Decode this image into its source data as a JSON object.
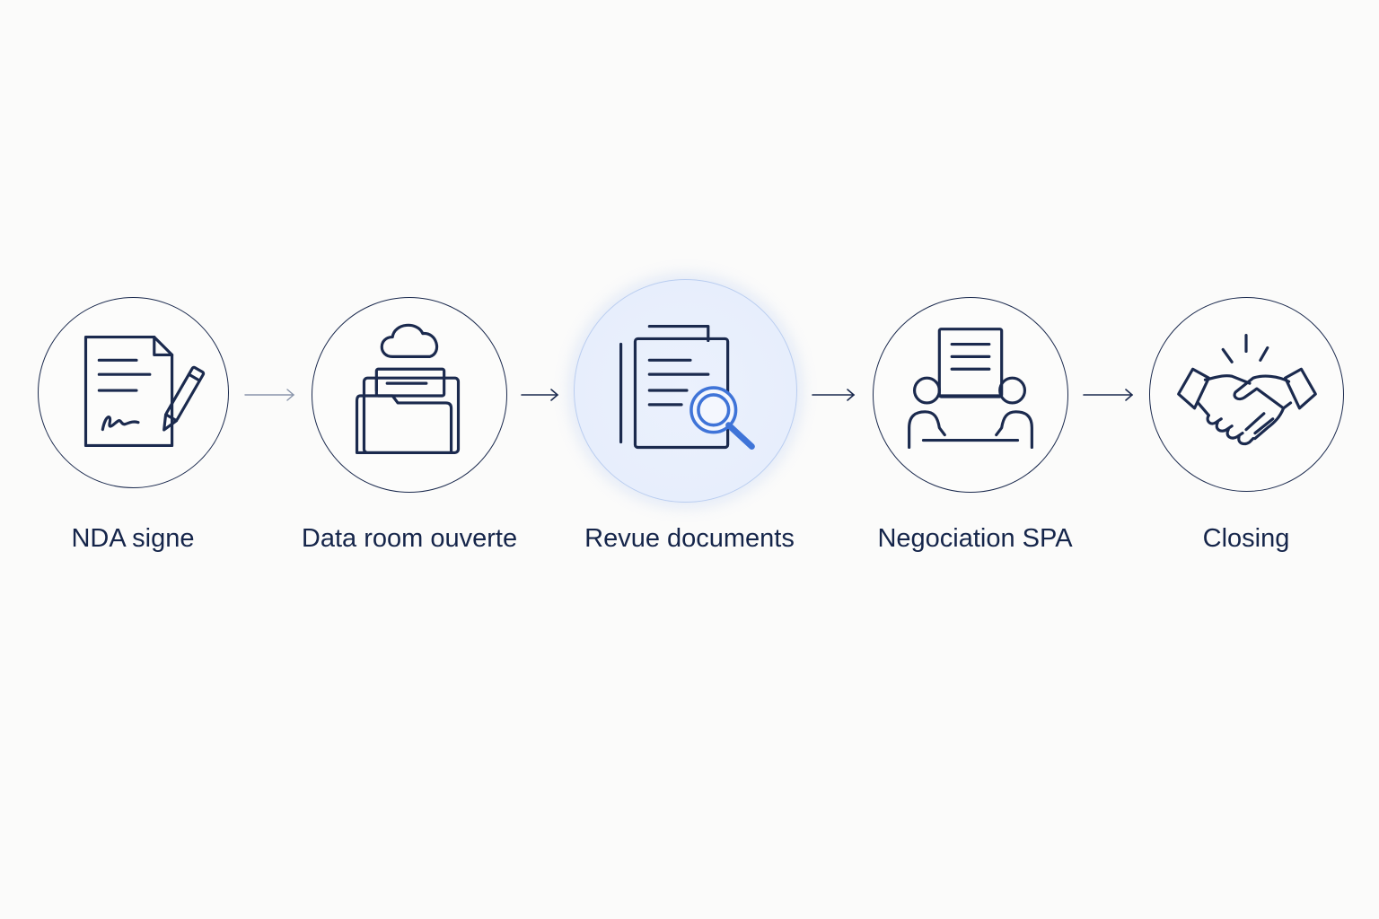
{
  "colors": {
    "ink": "#1b2a4e",
    "accent": "#3f74d8",
    "active_fill": "#e7eefc",
    "background": "#fbfbfa"
  },
  "steps": [
    {
      "label": "NDA signe",
      "icon": "signed-document-icon",
      "active": false
    },
    {
      "label": "Data room ouverte",
      "icon": "cloud-folder-icon",
      "active": false
    },
    {
      "label": "Revue documents",
      "icon": "document-search-icon",
      "active": true
    },
    {
      "label": "Negociation SPA",
      "icon": "negotiation-meeting-icon",
      "active": false
    },
    {
      "label": "Closing",
      "icon": "handshake-icon",
      "active": false
    }
  ],
  "connectors": [
    "arrow-right-icon",
    "arrow-right-icon",
    "arrow-right-icon",
    "arrow-right-icon"
  ]
}
